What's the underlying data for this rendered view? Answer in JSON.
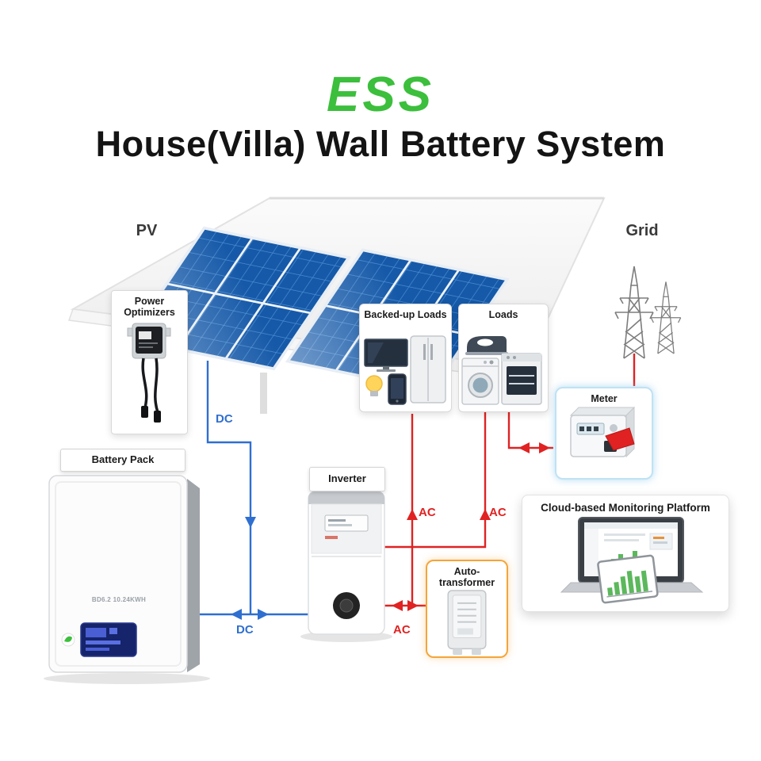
{
  "header": {
    "brand": "ESS",
    "title": "House(Villa) Wall Battery System"
  },
  "diagram": {
    "pv_label": "PV",
    "grid_label": "Grid",
    "dc_label": "DC",
    "ac_label": "AC",
    "power_optimizers_label": "Power Optimizers",
    "battery_pack_label": "Battery Pack",
    "battery_model": "BD6.2 10.24KWH",
    "inverter_label": "Inverter",
    "backed_up_loads_label": "Backed-up Loads",
    "loads_label": "Loads",
    "meter_label": "Meter",
    "auto_transformer_label": "Auto-transformer",
    "cloud_label": "Cloud-based Monitoring Platform"
  },
  "colors": {
    "brand_green": "#3cbf3c",
    "dc_blue": "#2f6fd0",
    "ac_red": "#e02222",
    "panel_blue": "#1659a8",
    "meter_border": "#bfe2f4",
    "transformer_border": "#f4a53a"
  }
}
